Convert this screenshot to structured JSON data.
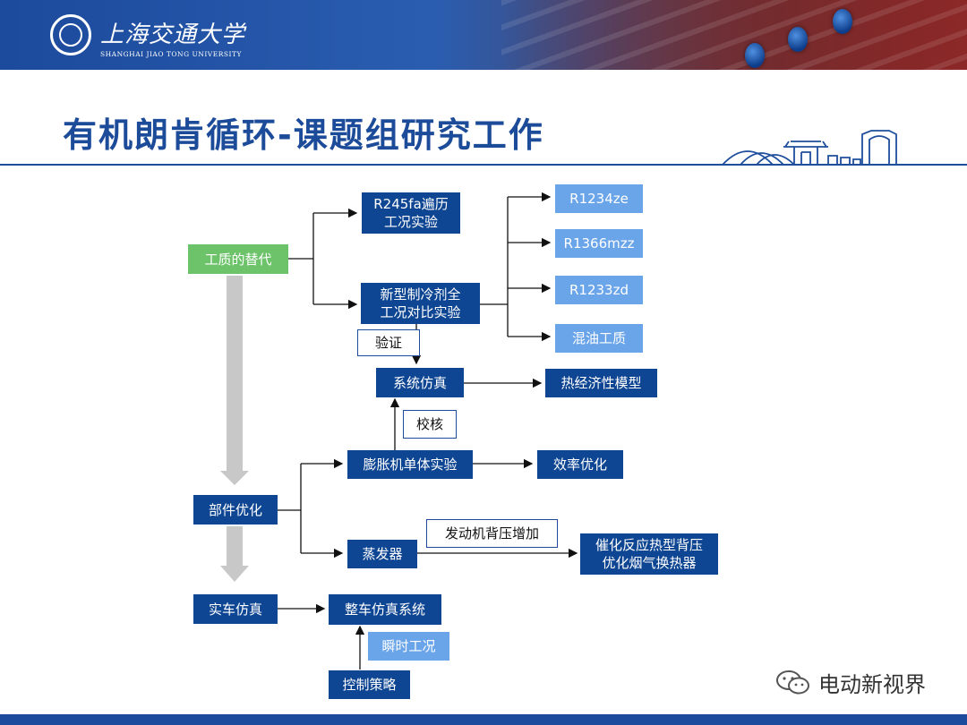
{
  "header": {
    "university_name": "上海交通大学",
    "university_name_en": "SHANGHAI JIAO TONG UNIVERSITY"
  },
  "slide": {
    "title": "有机朗肯循环-课题组研究工作"
  },
  "diagram": {
    "nodes": {
      "working_fluid": "工质的替代",
      "r245fa": "R245fa遍历\n工况实验",
      "new_refrigerant": "新型制冷剂全\n工况对比实验",
      "r1234ze": "R1234ze",
      "r1366mzz": "R1366mzz",
      "r1233zd": "R1233zd",
      "oil_mix": "混油工质",
      "verify": "验证",
      "system_sim": "系统仿真",
      "thermo_econ": "热经济性模型",
      "calibrate": "校核",
      "expander_test": "膨胀机单体实验",
      "efficiency_opt": "效率优化",
      "component_opt": "部件优化",
      "evaporator": "蒸发器",
      "engine_backpressure": "发动机背压增加",
      "catalytic_he": "催化反应热型背压\n优化烟气换热器",
      "vehicle_sim": "实车仿真",
      "whole_vehicle": "整车仿真系统",
      "transient": "瞬时工况",
      "control_strategy": "控制策略"
    }
  },
  "watermark": {
    "text": "电动新视界",
    "icon": "wechat-icon"
  },
  "colors": {
    "primary_blue": "#0f4693",
    "light_blue": "#6aa4e9",
    "green": "#6cc36a",
    "title_blue": "#1c4b99",
    "gray_arrow": "#c8c8c8"
  }
}
